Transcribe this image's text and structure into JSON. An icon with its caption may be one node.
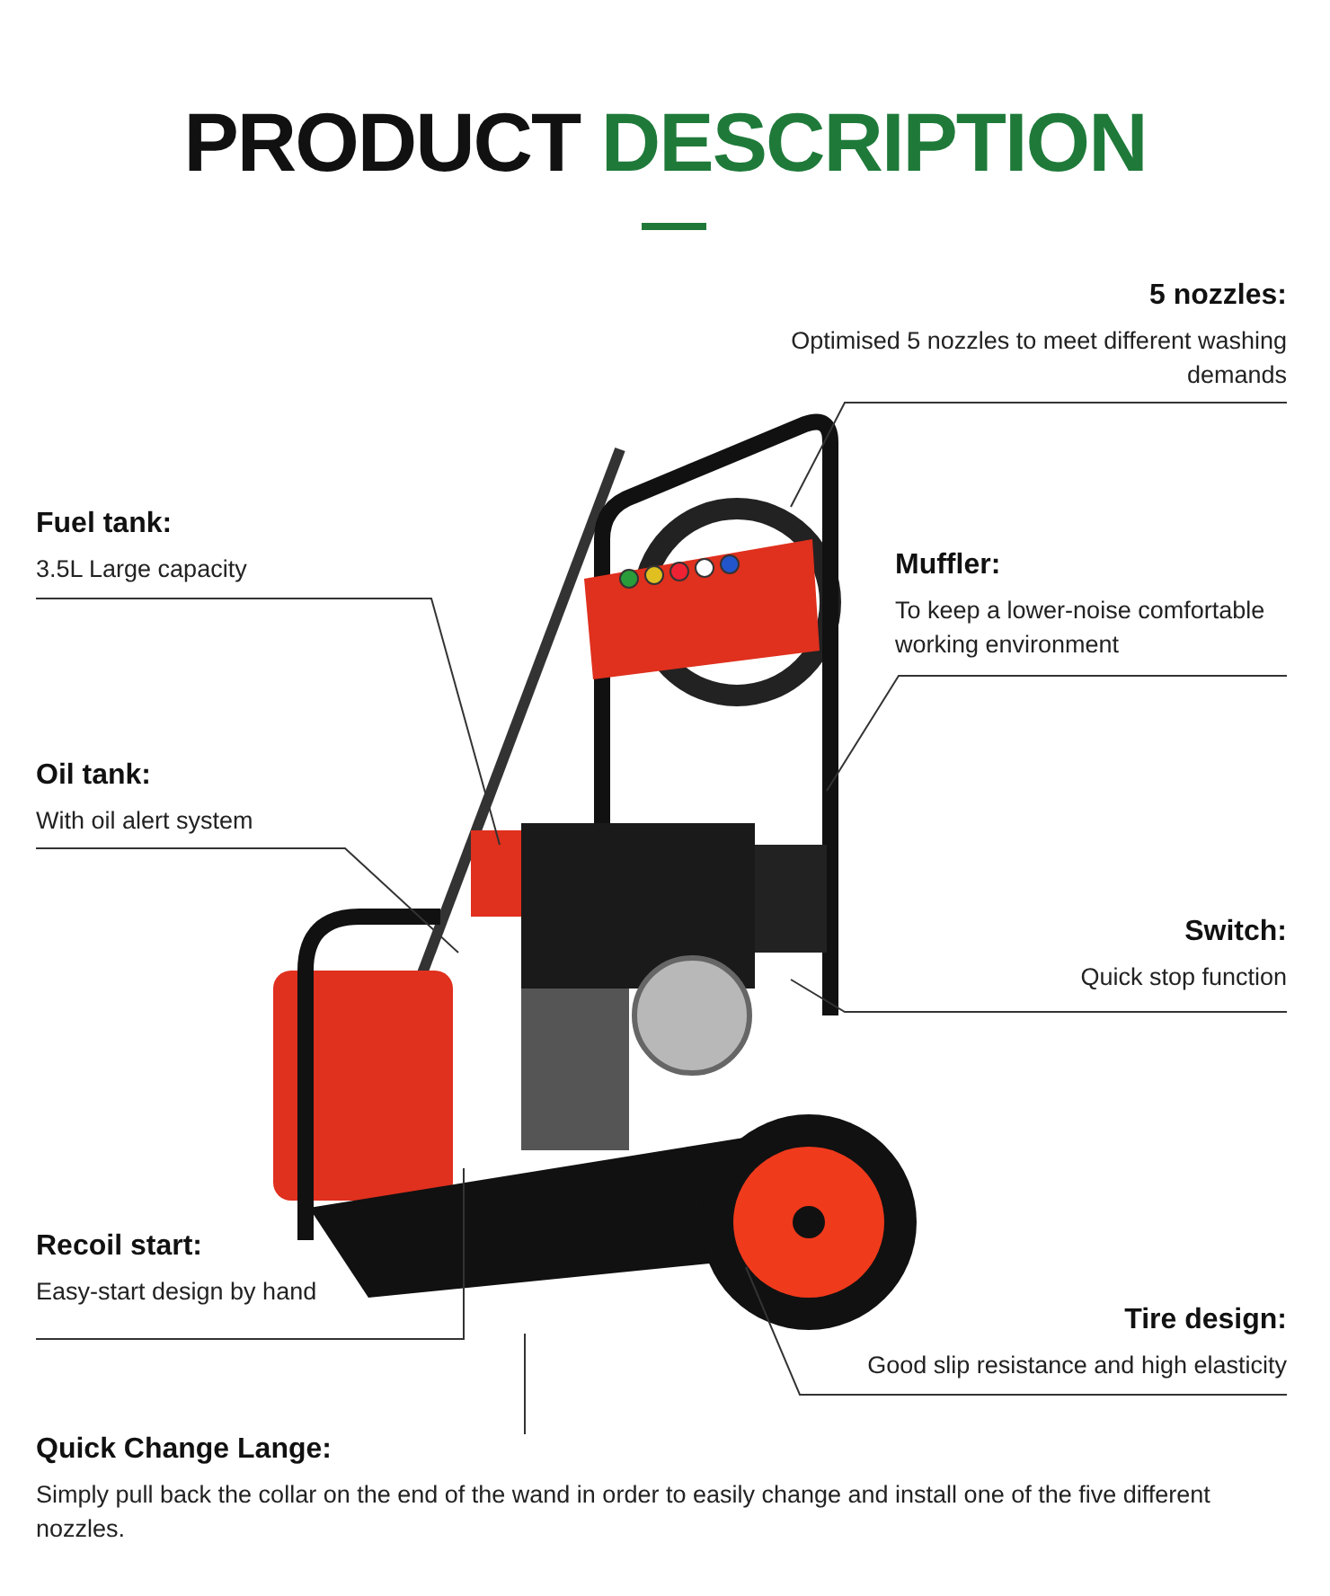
{
  "diagram": {
    "title": "PRODUCT DESCRIPTION",
    "nodes": [
      {
        "text": [
          "5 nozzles:",
          "Optimised 5 nozzles to meet different washing demands"
        ]
      },
      {
        "text": [
          "Fuel tank:",
          "3.5L Large capacity"
        ]
      },
      {
        "text": [
          "Muffler:",
          "To keep a lower-noise comfortable working environment"
        ]
      },
      {
        "text": [
          "Oil tank:",
          "With oil alert system"
        ]
      },
      {
        "text": [
          "Switch:",
          "Quick stop function"
        ]
      },
      {
        "text": [
          "Recoil start:",
          "Easy-start design by hand"
        ]
      },
      {
        "text": [
          "Tire design:",
          "Good slip resistance and high elasticity"
        ]
      },
      {
        "text": [
          "Quick Change Lange:",
          "Simply pull back the collar on the end of the wand in order to easily change and install one of the five different nozzles."
        ]
      }
    ],
    "edges": [
      {
        "from": 0,
        "to": null,
        "arrow": "none"
      },
      {
        "from": 1,
        "to": null,
        "arrow": "none"
      },
      {
        "from": 2,
        "to": null,
        "arrow": "none"
      },
      {
        "from": 3,
        "to": null,
        "arrow": "none"
      },
      {
        "from": 4,
        "to": null,
        "arrow": "none"
      },
      {
        "from": 5,
        "to": null,
        "arrow": "none"
      },
      {
        "from": 6,
        "to": null,
        "arrow": "none"
      },
      {
        "from": 7,
        "to": null,
        "arrow": "none"
      }
    ]
  }
}
